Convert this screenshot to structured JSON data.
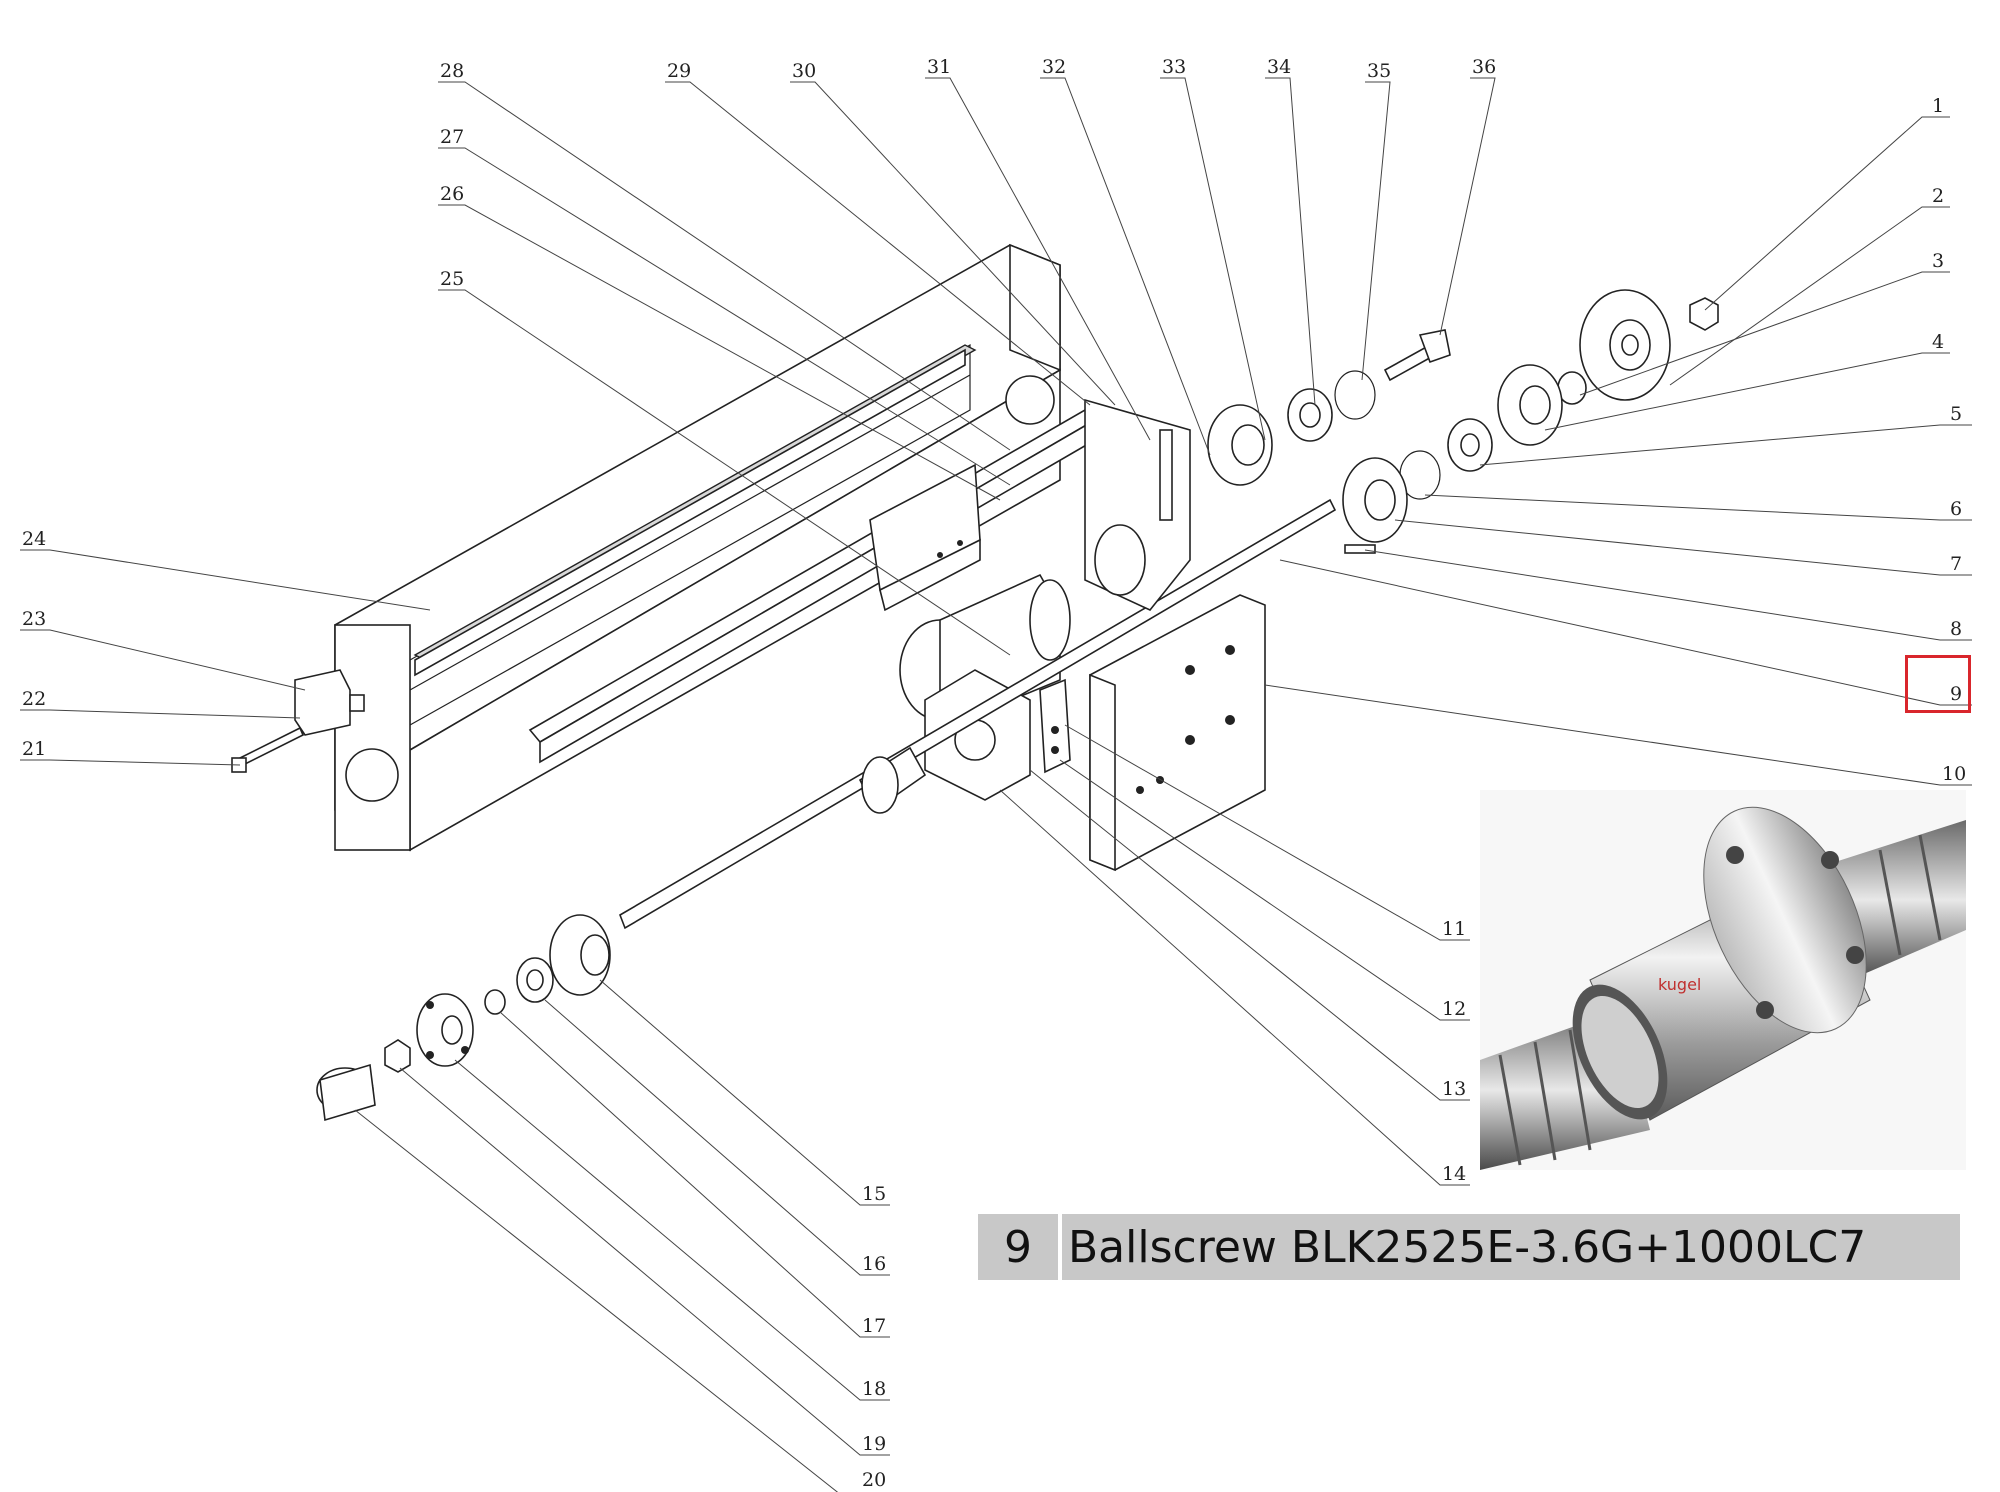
{
  "callouts": [
    {
      "num": "1"
    },
    {
      "num": "2"
    },
    {
      "num": "3"
    },
    {
      "num": "4"
    },
    {
      "num": "5"
    },
    {
      "num": "6"
    },
    {
      "num": "7"
    },
    {
      "num": "8"
    },
    {
      "num": "9"
    },
    {
      "num": "10"
    },
    {
      "num": "11"
    },
    {
      "num": "12"
    },
    {
      "num": "13"
    },
    {
      "num": "14"
    },
    {
      "num": "15"
    },
    {
      "num": "16"
    },
    {
      "num": "17"
    },
    {
      "num": "18"
    },
    {
      "num": "19"
    },
    {
      "num": "20"
    },
    {
      "num": "21"
    },
    {
      "num": "22"
    },
    {
      "num": "23"
    },
    {
      "num": "24"
    },
    {
      "num": "25"
    },
    {
      "num": "26"
    },
    {
      "num": "27"
    },
    {
      "num": "28"
    },
    {
      "num": "29"
    },
    {
      "num": "30"
    },
    {
      "num": "31"
    },
    {
      "num": "32"
    },
    {
      "num": "33"
    },
    {
      "num": "34"
    },
    {
      "num": "35"
    },
    {
      "num": "36"
    }
  ],
  "highlighted_callout": "9",
  "caption": {
    "number": "9",
    "text": "Ballscrew BLK2525E-3.6G+1000LC7"
  },
  "photo": {
    "brand_mark": "kugel"
  },
  "colors": {
    "highlight": "#d9262c",
    "caption_bar": "#c8c8c8",
    "line": "#222222"
  }
}
